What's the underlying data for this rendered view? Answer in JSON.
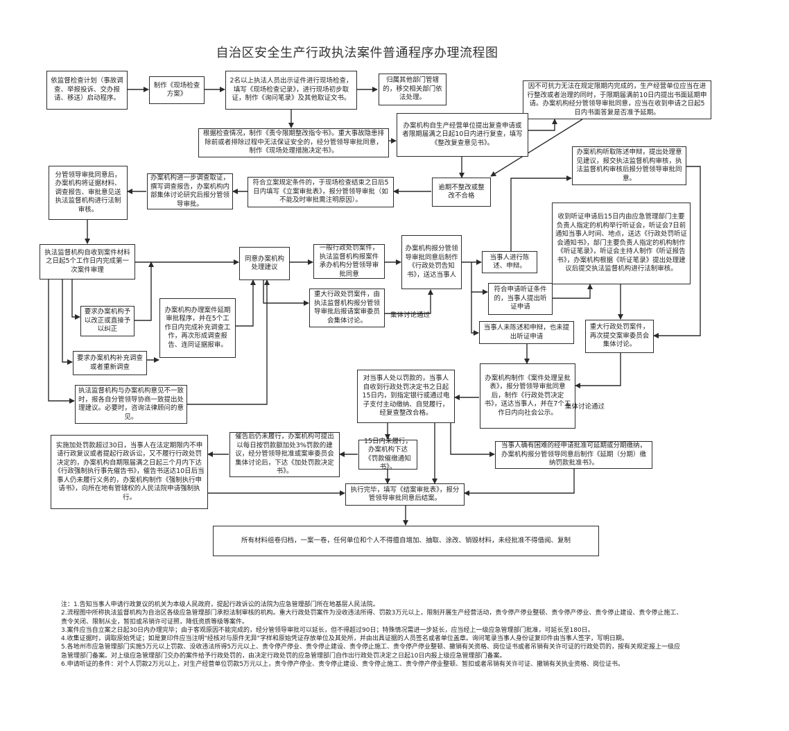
{
  "title": "自治区安全生产行政执法案件普通程序办理流程图",
  "nodes": {
    "n1": "依监督检查计划（事故调查、举报投诉、交办报请、移送）启动程序。",
    "n2": "制作《现场检查方案》",
    "n3": "2名以上执法人员出示证件进行现场检查，填写《现场检查记录》，进行现场初步取证，制作《询问笔录》及其他取证文书。",
    "n4": "归属其他部门管辖的，移交相关部门依法处理。",
    "n5": "因不可抗力无法在规定限期内完成的，生产经营单位应当在进行整改或者治理的同时，于限期届满前10日内提出书面延期申请。办案机构经分管领导审批同意，应当在收到申请之日起5日内书面答复是否准予延期。",
    "n6": "根据检查情况，制作《责令限期整改指令书》。重大事故隐患排除前或者排除过程中无法保证安全的，经分管领导审批同意，制作《现场处理措施决定书》。",
    "n7": "办案机构自生产经营单位提出复查申请或者限期届满之日起10日内进行复查，填写《整改复查意见书》。",
    "n8": "分管领导审批同意后，办案机构将证据材料、调查报告、审批意见送执法监督机构进行法制审核。",
    "n9": "办案机构进一步调查取证，撰写调查报告，办案机构内部集体讨论研究后报分管领导审批。",
    "n10": "符合立案规定条件的，于现场检查结束之日后5日内填写《立案审批表》，报分管领导审批（如不能及时审批需注明原因）。",
    "n11": "逾期不整改或整改不合格",
    "n12": "办案机构听取陈述申辩，提出处理意见建议，报交执法监督机构审核，执法监督机构审核后报分管领导审批同意。",
    "n13": "执法监督机构自收到案件材料之日起5个工作日内完成第一次案件审理",
    "n14": "同意办案机构处理建议",
    "n15": "一般行政处罚案件，执法监督机构报案件承办机构分管领导审批同意",
    "n16": "办案机构报分管领导审批同意后制作《行政处罚告知书》，送达当事人",
    "n17": "当事人进行陈述、申辩。",
    "n18": "收到听证申请后15日内由应急管理部门主要负责人指定的机构举行听证会，听证会7日前通知当事人时间、地点，送达《行政处罚听证会通知书》，部门主要负责人指定的机构制作《听证笔录》，听证会主持人制作《听证报告书》，办案机构根据《听证笔录》提出处理建议后提交执法监督机构进行法制审核。",
    "n19": "要求办案机构予以改正或直接予以纠正",
    "n20": "办案机构办理案件延期审批程序，并在5个工作日内完成补充调查工作，再次形成调查报告、连同证据报审。",
    "n21": "重大行政处罚案件，由执法监督机构报分管领导审批后报请案审委员会集体讨论。",
    "n22": "符合申请听证条件的，当事人提出听证申请",
    "n23": "当事人未陈述和申辩，也未提出听证申请",
    "n24": "重大行政处罚案件，再次提交案审委员会集体讨论。",
    "n25": "要求办案机构补充调查或者重新调查",
    "n26": "执法监督机构与办案机构意见不一致时，报各自分管领导协商一致提出处理建议。必要时，咨询法律顾问的意见。",
    "n27": "对当事人处以罚款的，当事人自收到行政处罚决定书之日起15日内，到指定银行或通过电子支付主动缴纳、自觉履行，经复查整改合格。",
    "n28": "办案机构制作《案件处理呈批表》，报分管领导审批同意后，制作《行政处罚决定书》，送达当事人，并在7个工作日内向社会公示。",
    "n29": "实施加处罚款超过30日，当事人在法定期限内不申请行政复议或者提起行政诉讼，又不履行行政处罚决定的，办案机构自期限届满之日起三个月内下达《行政强制执行事先催告书》，催告书送达10日后当事人仍未履行义务的，办案机构制作《强制执行申请书》，向所在地有管辖权的人民法院申请强制执行。",
    "n30": "催告后仍未履行，办案机构可提出以每日按罚款额加处3%罚款的建议，经分管领导批准或案审委员会集体讨论后，下达《加处罚款决定书》。",
    "n31": "15日内未履行，办案机构下达《罚款催缴通知书》。",
    "n32": "当事人确有困难的经申请批准可延期或分期缴纳，办案机构报分管领导同意后制作《延期（分期）缴纳罚款批准书》。",
    "n33": "执行完毕，填写《结案审批表》，报分管领导审批同意后结案。",
    "n34": "所有材料组卷归档，一案一卷，任何单位和个人不得擅自增加、抽取、涂改、销毁材料，未经批准不得借阅、复制"
  },
  "labels": {
    "collective1": "集体讨论通过",
    "collective2": "集体讨论通过"
  },
  "notes": [
    "注：1.告知当事人申请行政复议的机关为本级人民政府，提起行政诉讼的法院为应急管理部门所在地基层人民法院。",
    "2.流程图中所称执法监督机构为自治区各级应急管理部门承担法制审核的机构。重大行政处罚案件为没收违法所得、罚款3万元以上，限制开展生产经营活动，责令停产停业整顿、责令停产停业、责令停止建设、责令停止施工、责令关闭、限制从业，暂扣或吊销许可证照，降低资质等级等案件。",
    "3.案件应当自立案之日起30日内办理完毕；由于客观原因不能完成的，经分管领导审批可以延长，但不得超过90日；特殊情况需进一步延长，应当经上一级应急管理部门批准，可延长至180日。",
    "4.收集证据时，调取原始凭证；如是复印件应当注明\"经核对与原件无异\"字样和原始凭证存放单位及其处所，并由出具证据的人员签名或者单位盖章。询问笔录当事人身份证复印件由当事人签字，写明日期。",
    "5.各地州市应急管理部门实施5万元以上罚款、没收违法所得5万元以上、责令停产停业、责令停止建设、责令停止施工、责令停产停业整顿、撤销有关资格、岗位证书或者吊销有关许可证的行政处罚的，按有关规定报上一级应急管理部门备案。对上级应急管理部门交办的案件给予行政处罚的，由决定行政处罚的应急管理部门自作出行政处罚决定之日起10日内报上级应急管理部门备案。",
    "6.申请听证的条件：对个人罚款2万元以上，对生产经营单位罚款5万元以上，责令停产停业、责令停止建设、责令停止施工、责令停产停业整顿、暂扣或者吊销有关许可证、撤销有关执业资格、岗位证书。"
  ]
}
